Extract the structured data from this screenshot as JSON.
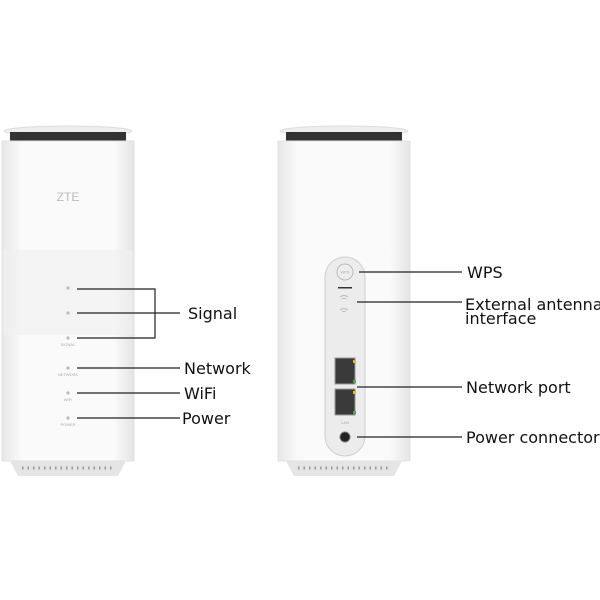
{
  "front": {
    "brand": "ZTE",
    "led_labels": {
      "signal": "SIGNAL",
      "network": "NETWORK",
      "wifi": "WIFI",
      "power": "POWER"
    },
    "callouts": {
      "signal": "Signal",
      "network": "Network",
      "wifi": "WiFi",
      "power": "Power"
    }
  },
  "back": {
    "wps_label": "WPS",
    "port_label": "LAN",
    "callouts": {
      "wps": "WPS",
      "antenna_line1": "External antenna",
      "antenna_line2": "interface",
      "network_port": "Network port",
      "power_connector": "Power connector"
    }
  },
  "colors": {
    "body": "#f7f7f7",
    "port_led_yellow": "#d8c020",
    "port_led_green": "#3cb043"
  }
}
